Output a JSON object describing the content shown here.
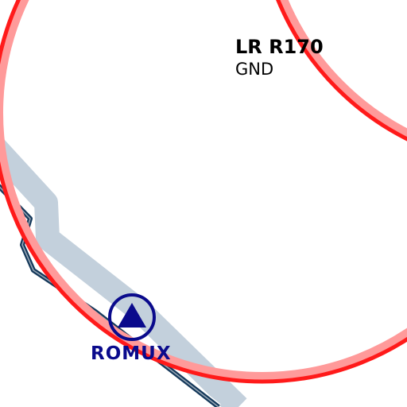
{
  "airspace": {
    "id": "LR R170",
    "lower_limit": "GND",
    "outline_color": "#ff1a1a",
    "inner_tint_color": "#ff9a9a"
  },
  "waypoint": {
    "name": "ROMUX",
    "color": "#0a0a8c"
  },
  "border": {
    "line_color": "#14385a",
    "buffer_color": "#c3d0dc"
  }
}
